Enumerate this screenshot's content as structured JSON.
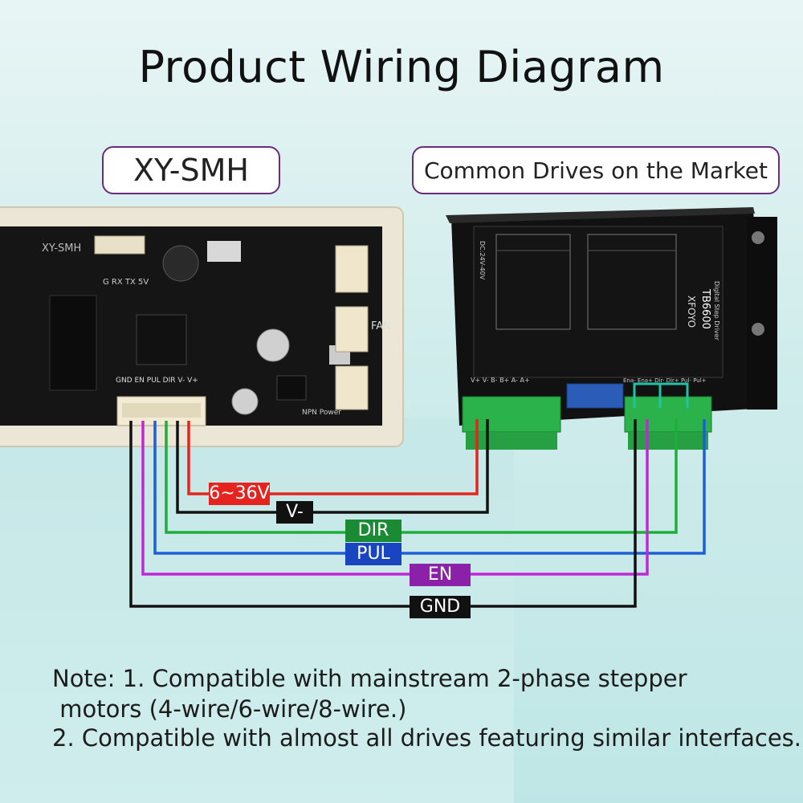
{
  "title": "Product Wiring Diagram",
  "left_device": {
    "name": "XY-SMH",
    "board_silk": "XY-SMH",
    "header_pins": "GND EN PUL DIR V- V+",
    "uart_pins": "G  RX  TX  5V",
    "fan_label": "FAN",
    "npn_label": "NPN Power"
  },
  "right_device": {
    "heading": "Common Drives on the Market",
    "brand": "XFOYO",
    "model": "TB6600",
    "subtitle": "Digital Step Driver",
    "terminals_power": "V+  V-  B-  B+  A-  A+",
    "terminals_signal": "Ena- Ena+ Dir- Dir+ Pul- Pul+",
    "voltage": "DC:24V-40V"
  },
  "wires": [
    {
      "label": "6~36V",
      "color": "#e52420",
      "label_bg": "#e52420"
    },
    {
      "label": "V-",
      "color": "#111111",
      "label_bg": "#111111"
    },
    {
      "label": "DIR",
      "color": "#1fae3c",
      "label_bg": "#1a8a35"
    },
    {
      "label": "PUL",
      "color": "#1e5ed8",
      "label_bg": "#1a45c0"
    },
    {
      "label": "EN",
      "color": "#c227d6",
      "label_bg": "#8a21a8"
    },
    {
      "label": "GND",
      "color": "#111111",
      "label_bg": "#111111"
    }
  ],
  "jumper_color": "#23c2a8",
  "notes": [
    "Note: 1. Compatible with mainstream 2-phase stepper",
    " motors (4-wire/6-wire/8-wire.)",
    "2. Compatible with almost all drives featuring similar interfaces."
  ]
}
